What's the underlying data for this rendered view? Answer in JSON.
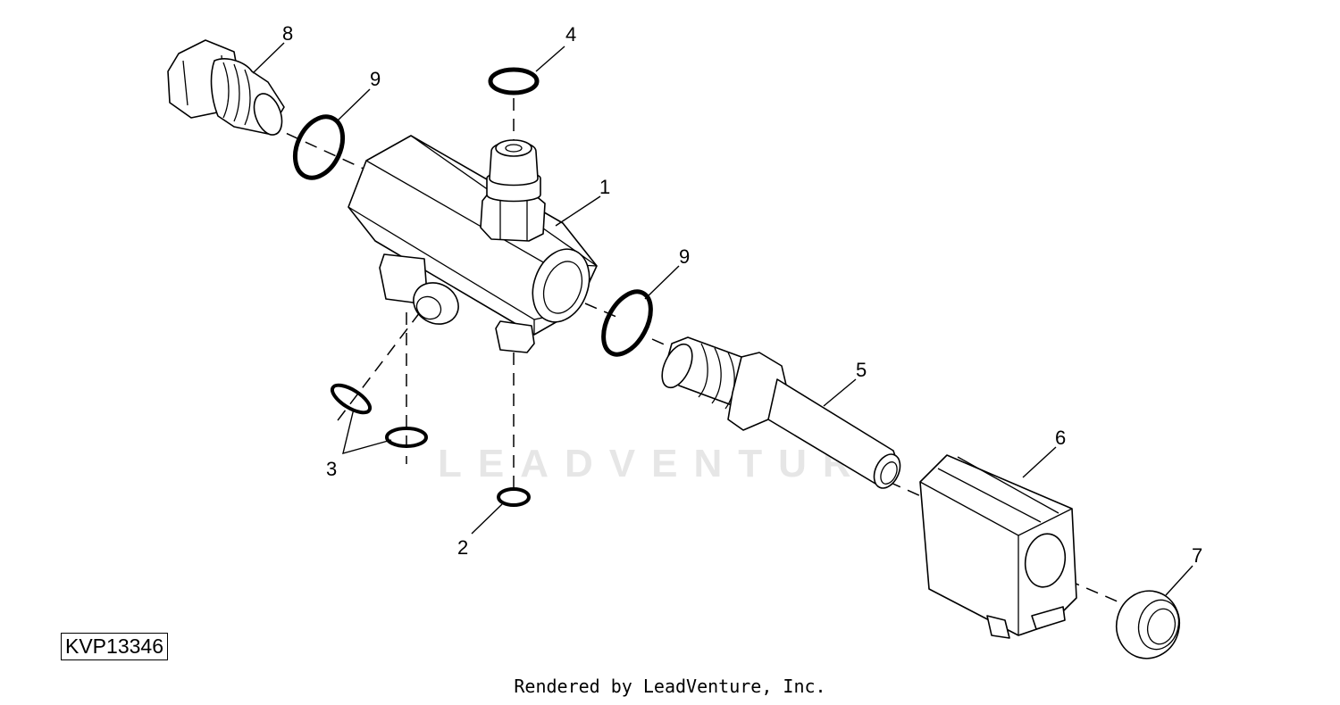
{
  "drawing_id": "KVP13346",
  "watermark": "LEADVENTURE",
  "footer": "Rendered by LeadVenture, Inc.",
  "callouts": {
    "c1": "1",
    "c2": "2",
    "c3": "3",
    "c4": "4",
    "c5": "5",
    "c6": "6",
    "c7": "7",
    "c8": "8",
    "c9a": "9",
    "c9b": "9"
  }
}
